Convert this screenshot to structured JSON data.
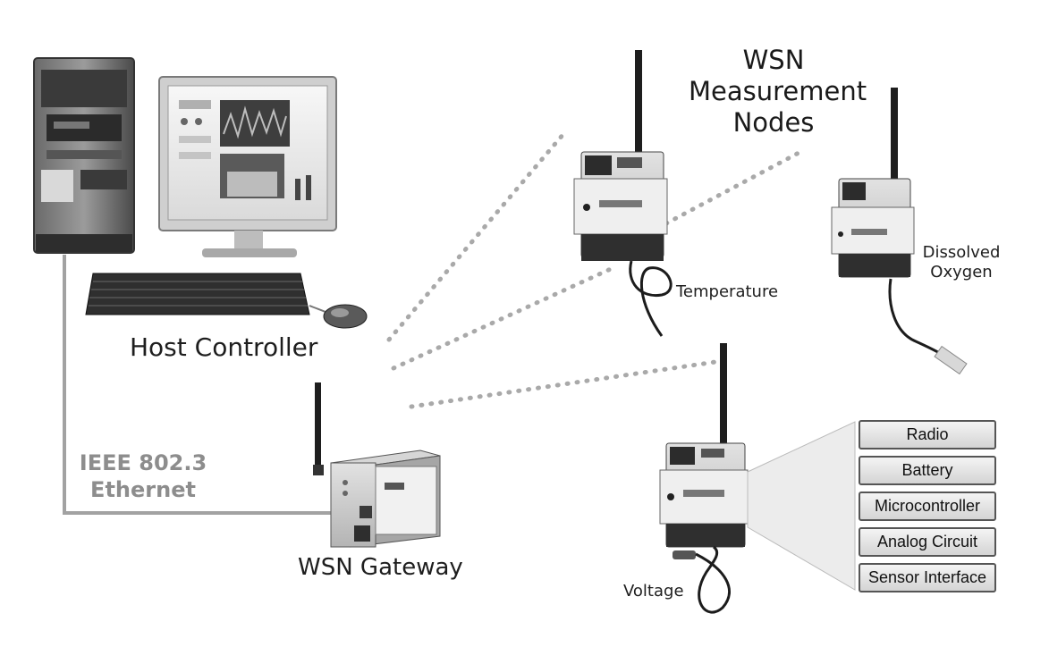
{
  "title": "WSN\nMeasurement\nNodes",
  "host_controller": "Host Controller",
  "link": {
    "line1": "IEEE 802.3",
    "line2": "Ethernet"
  },
  "gateway": "WSN Gateway",
  "nodes": {
    "temperature": "Temperature",
    "dissolved_oxygen": "Dissolved\nOxygen",
    "voltage": "Voltage"
  },
  "node_layers": [
    "Radio",
    "Battery",
    "Microcontroller",
    "Analog Circuit",
    "Sensor Interface"
  ],
  "colors": {
    "line": "#9a9a9a",
    "dots": "#a9a9a9",
    "device_body": "#cfcfcf",
    "label_panel": "#e9e9e9"
  }
}
